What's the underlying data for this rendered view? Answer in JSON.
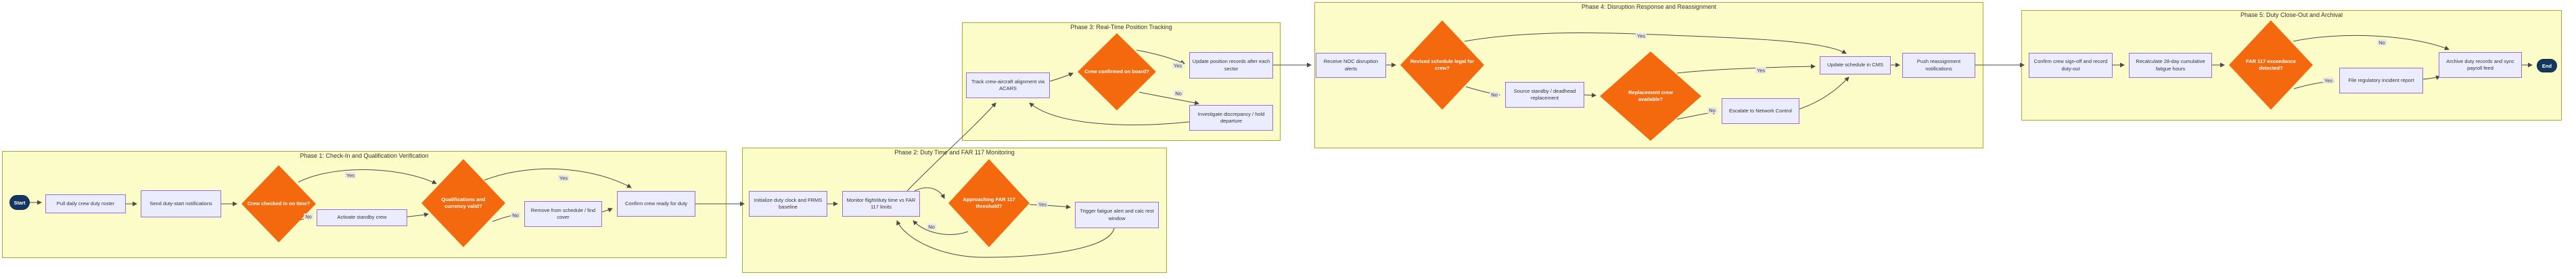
{
  "diagram": {
    "type": "flowchart",
    "direction": "LR",
    "colors": {
      "phase_bg": "#fcfcc8",
      "phase_border": "#aaaa33",
      "node_fill": "#ececff",
      "node_border": "#9370db",
      "decision_fill": "#f4690d",
      "decision_text": "#ffffff",
      "terminal_fill": "#14375f",
      "terminal_text": "#ffffff",
      "edge_line": "#4a4a4a",
      "edge_label_bg": "#e8e8e8"
    },
    "phases": [
      {
        "title": "Phase 1: Check-In and Qualification Verification",
        "nodes": [
          {
            "id": "start",
            "shape": "stadium",
            "label": "Start"
          },
          {
            "id": "pull_roster",
            "shape": "rect",
            "label": "Pull daily crew duty roster"
          },
          {
            "id": "send_notifications",
            "shape": "rect",
            "label": "Send duty-start notifications"
          },
          {
            "id": "crew_checked_in",
            "shape": "decision",
            "label": "Crew checked in on time?"
          },
          {
            "id": "activate_standby",
            "shape": "rect",
            "label": "Activate standby crew"
          },
          {
            "id": "qualifications_valid",
            "shape": "decision",
            "label": "Qualifications and currency valid?"
          },
          {
            "id": "remove_schedule",
            "shape": "rect",
            "label": "Remove from schedule / find cover"
          },
          {
            "id": "confirm_ready",
            "shape": "rect",
            "label": "Confirm crew ready for duty"
          }
        ]
      },
      {
        "title": "Phase 2: Duty Time and FAR 117 Monitoring",
        "nodes": [
          {
            "id": "init_duty_clock",
            "shape": "rect",
            "label": "Initialize duty clock and FRMS baseline"
          },
          {
            "id": "monitor_duty",
            "shape": "rect",
            "label": "Monitor flight/duty time vs FAR 117 limits"
          },
          {
            "id": "approaching_threshold",
            "shape": "decision",
            "label": "Approaching FAR 117 threshold?"
          },
          {
            "id": "trigger_fatigue_alert",
            "shape": "rect",
            "label": "Trigger fatigue alert and calc rest window"
          }
        ]
      },
      {
        "title": "Phase 3: Real-Time Position Tracking",
        "nodes": [
          {
            "id": "track_alignment",
            "shape": "rect",
            "label": "Track crew-aircraft alignment via ACARS"
          },
          {
            "id": "crew_on_board",
            "shape": "decision",
            "label": "Crew confirmed on board?"
          },
          {
            "id": "update_position",
            "shape": "rect",
            "label": "Update position records after each sector"
          },
          {
            "id": "investigate_discrepancy",
            "shape": "rect",
            "label": "Investigate discrepancy / hold departure"
          }
        ]
      },
      {
        "title": "Phase 4: Disruption Response and Reassignment",
        "nodes": [
          {
            "id": "receive_noc_alerts",
            "shape": "rect",
            "label": "Receive NOC disruption alerts"
          },
          {
            "id": "revised_schedule_legal",
            "shape": "decision",
            "label": "Revised schedule legal for crew?"
          },
          {
            "id": "source_replacement",
            "shape": "rect",
            "label": "Source standby / deadhead replacement"
          },
          {
            "id": "replacement_available",
            "shape": "decision",
            "label": "Replacement crew available?"
          },
          {
            "id": "escalate_network_control",
            "shape": "rect",
            "label": "Escalate to Network Control"
          },
          {
            "id": "update_schedule_cms",
            "shape": "rect",
            "label": "Update schedule in CMS"
          },
          {
            "id": "push_notifications",
            "shape": "rect",
            "label": "Push reassignment notifications"
          }
        ]
      },
      {
        "title": "Phase 5: Duty Close-Out and Archival",
        "nodes": [
          {
            "id": "confirm_signoff",
            "shape": "rect",
            "label": "Confirm crew sign-off and record duty-out"
          },
          {
            "id": "recalc_fatigue",
            "shape": "rect",
            "label": "Recalculate 28-day cumulative fatigue hours"
          },
          {
            "id": "exceedance_detected",
            "shape": "decision",
            "label": "FAR 117 exceedance detected?"
          },
          {
            "id": "file_incident_report",
            "shape": "rect",
            "label": "File regulatory incident report"
          },
          {
            "id": "archive_records",
            "shape": "rect",
            "label": "Archive duty records and sync payroll feed"
          },
          {
            "id": "end",
            "shape": "stadium",
            "label": "End"
          }
        ]
      }
    ],
    "edges": [
      {
        "from": "start",
        "to": "pull_roster",
        "label": ""
      },
      {
        "from": "pull_roster",
        "to": "send_notifications",
        "label": ""
      },
      {
        "from": "send_notifications",
        "to": "crew_checked_in",
        "label": ""
      },
      {
        "from": "crew_checked_in",
        "to": "qualifications_valid",
        "label": "Yes"
      },
      {
        "from": "crew_checked_in",
        "to": "activate_standby",
        "label": "No"
      },
      {
        "from": "activate_standby",
        "to": "qualifications_valid",
        "label": ""
      },
      {
        "from": "qualifications_valid",
        "to": "confirm_ready",
        "label": "Yes"
      },
      {
        "from": "qualifications_valid",
        "to": "remove_schedule",
        "label": "No"
      },
      {
        "from": "remove_schedule",
        "to": "confirm_ready",
        "label": ""
      },
      {
        "from": "confirm_ready",
        "to": "init_duty_clock",
        "label": ""
      },
      {
        "from": "init_duty_clock",
        "to": "monitor_duty",
        "label": ""
      },
      {
        "from": "monitor_duty",
        "to": "approaching_threshold",
        "label": ""
      },
      {
        "from": "approaching_threshold",
        "to": "trigger_fatigue_alert",
        "label": "Yes"
      },
      {
        "from": "approaching_threshold",
        "to": "monitor_duty",
        "label": "No"
      },
      {
        "from": "trigger_fatigue_alert",
        "to": "monitor_duty",
        "label": ""
      },
      {
        "from": "monitor_duty",
        "to": "track_alignment",
        "label": ""
      },
      {
        "from": "track_alignment",
        "to": "crew_on_board",
        "label": ""
      },
      {
        "from": "crew_on_board",
        "to": "update_position",
        "label": "Yes"
      },
      {
        "from": "crew_on_board",
        "to": "investigate_discrepancy",
        "label": "No"
      },
      {
        "from": "investigate_discrepancy",
        "to": "track_alignment",
        "label": ""
      },
      {
        "from": "update_position",
        "to": "receive_noc_alerts",
        "label": ""
      },
      {
        "from": "receive_noc_alerts",
        "to": "revised_schedule_legal",
        "label": ""
      },
      {
        "from": "revised_schedule_legal",
        "to": "update_schedule_cms",
        "label": "Yes"
      },
      {
        "from": "revised_schedule_legal",
        "to": "source_replacement",
        "label": "No"
      },
      {
        "from": "source_replacement",
        "to": "replacement_available",
        "label": ""
      },
      {
        "from": "replacement_available",
        "to": "update_schedule_cms",
        "label": "Yes"
      },
      {
        "from": "replacement_available",
        "to": "escalate_network_control",
        "label": "No"
      },
      {
        "from": "escalate_network_control",
        "to": "update_schedule_cms",
        "label": ""
      },
      {
        "from": "update_schedule_cms",
        "to": "push_notifications",
        "label": ""
      },
      {
        "from": "push_notifications",
        "to": "confirm_signoff",
        "label": ""
      },
      {
        "from": "confirm_signoff",
        "to": "recalc_fatigue",
        "label": ""
      },
      {
        "from": "recalc_fatigue",
        "to": "exceedance_detected",
        "label": ""
      },
      {
        "from": "exceedance_detected",
        "to": "archive_records",
        "label": "No"
      },
      {
        "from": "exceedance_detected",
        "to": "file_incident_report",
        "label": "Yes"
      },
      {
        "from": "file_incident_report",
        "to": "archive_records",
        "label": ""
      },
      {
        "from": "archive_records",
        "to": "end",
        "label": ""
      }
    ]
  }
}
